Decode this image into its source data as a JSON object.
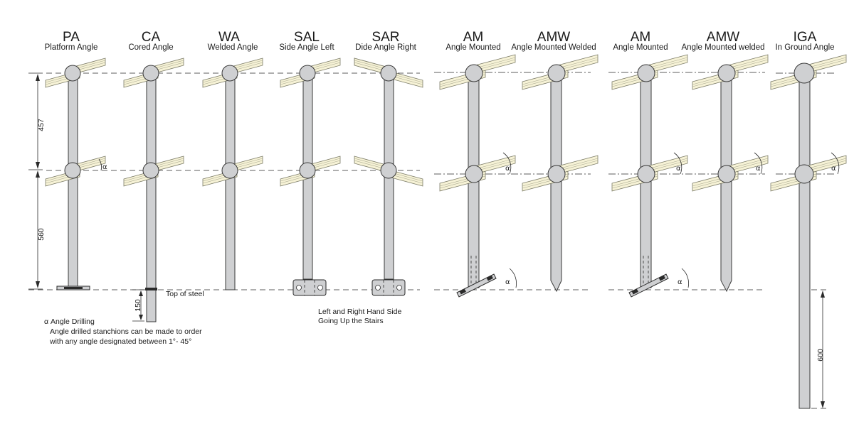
{
  "columns": [
    {
      "code": "PA",
      "subtitle": "Platform Angle"
    },
    {
      "code": "CA",
      "subtitle": "Cored Angle"
    },
    {
      "code": "WA",
      "subtitle": "Welded Angle"
    },
    {
      "code": "SAL",
      "subtitle": "Side Angle Left"
    },
    {
      "code": "SAR",
      "subtitle": "Dide Angle Right"
    },
    {
      "code": "AM",
      "subtitle": "Angle Mounted"
    },
    {
      "code": "AMW",
      "subtitle": "Angle Mounted Welded"
    },
    {
      "code": "AM",
      "subtitle": "Angle Mounted"
    },
    {
      "code": "AMW",
      "subtitle": "Angle Mounted welded"
    },
    {
      "code": "IGA",
      "subtitle": "In Ground Angle"
    }
  ],
  "dimensions": {
    "upper": "457",
    "lower": "560",
    "core_depth": "150",
    "ground_depth": "600"
  },
  "labels": {
    "top_of_steel": "Top of steel",
    "alpha": "α",
    "angle_drilling_title": "α  Angle Drilling",
    "angle_drilling_line1": "Angle drilled stanchions can be made to order",
    "angle_drilling_line2": "with any angle designated between 1°- 45°",
    "stairs_note_line1": "Left and Right Hand Side",
    "stairs_note_line2": "Going Up the Stairs"
  }
}
